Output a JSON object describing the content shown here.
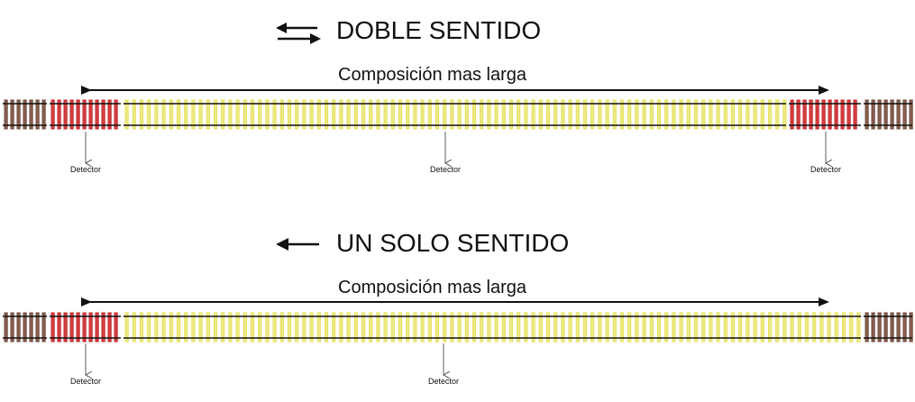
{
  "diagrams": [
    {
      "title": "DOBLE SENTIDO",
      "direction_icon": "double-arrow-icon",
      "composition_label": "Composición mas larga",
      "detector_label": "Detector",
      "detectors": 3
    },
    {
      "title": "UN SOLO SENTIDO",
      "direction_icon": "left-arrow-icon",
      "composition_label": "Composición mas larga",
      "detector_label": "Detector",
      "detectors": 2
    }
  ],
  "colors": {
    "rail": "#111111",
    "tie_brown": "#6e4a3c",
    "tie_red": "#c0282e",
    "tie_yellow": "#e6e05a",
    "tie_brown_fill": "#8a6050",
    "tie_red_fill": "#d94040",
    "tie_yellow_fill": "#eeea88"
  }
}
